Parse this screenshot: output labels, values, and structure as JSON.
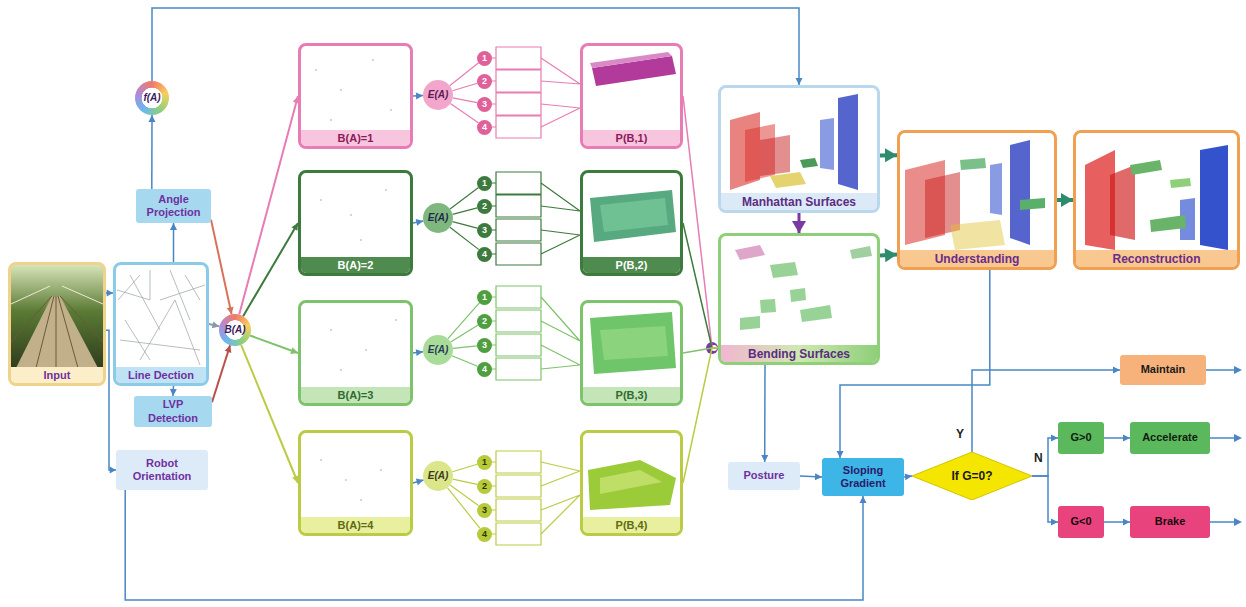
{
  "diagram": {
    "nodes": [
      {
        "text": [
          "Input"
        ]
      },
      {
        "text": [
          "Line Dection"
        ]
      },
      {
        "text": [
          "Angle Projection"
        ]
      },
      {
        "text": [
          "LVP Detection"
        ]
      },
      {
        "text": [
          "Robot Orientation"
        ]
      },
      {
        "text": [
          "f(A)"
        ]
      },
      {
        "text": [
          "B(A)"
        ]
      },
      {
        "text": [
          "B(A)=1"
        ]
      },
      {
        "text": [
          "B(A)=2"
        ]
      },
      {
        "text": [
          "B(A)=3"
        ]
      },
      {
        "text": [
          "B(A)=4"
        ]
      },
      {
        "text": [
          "E(A)"
        ]
      },
      {
        "text": [
          "1"
        ]
      },
      {
        "text": [
          "2"
        ]
      },
      {
        "text": [
          "3"
        ]
      },
      {
        "text": [
          "4"
        ]
      },
      {
        "text": [
          "E(A)"
        ]
      },
      {
        "text": [
          "1"
        ]
      },
      {
        "text": [
          "2"
        ]
      },
      {
        "text": [
          "3"
        ]
      },
      {
        "text": [
          "4"
        ]
      },
      {
        "text": [
          "E(A)"
        ]
      },
      {
        "text": [
          "1"
        ]
      },
      {
        "text": [
          "2"
        ]
      },
      {
        "text": [
          "3"
        ]
      },
      {
        "text": [
          "4"
        ]
      },
      {
        "text": [
          "E(A)"
        ]
      },
      {
        "text": [
          "1"
        ]
      },
      {
        "text": [
          "2"
        ]
      },
      {
        "text": [
          "3"
        ]
      },
      {
        "text": [
          "4"
        ]
      },
      {
        "text": [
          "P(B,1)"
        ]
      },
      {
        "text": [
          "P(B,2)"
        ]
      },
      {
        "text": [
          "P(B,3)"
        ]
      },
      {
        "text": [
          "P(B,4)"
        ]
      },
      {
        "text": [
          "Manhattan Surfaces"
        ]
      },
      {
        "text": [
          "Bending Surfaces"
        ]
      },
      {
        "text": [
          "Understanding"
        ]
      },
      {
        "text": [
          "Reconstruction"
        ]
      },
      {
        "text": [
          "Posture"
        ]
      },
      {
        "text": [
          "Sloping Gradient"
        ]
      },
      {
        "text": [
          "If G=0?"
        ]
      },
      {
        "text": [
          "Maintain"
        ]
      },
      {
        "text": [
          "G>0"
        ]
      },
      {
        "text": [
          "Accelerate"
        ]
      },
      {
        "text": [
          "G<0"
        ]
      },
      {
        "text": [
          "Brake"
        ]
      }
    ],
    "edges": [
      {
        "from": 0,
        "to": 1,
        "arrow": "to"
      },
      {
        "from": 0,
        "to": 4,
        "arrow": "to"
      },
      {
        "from": 1,
        "to": 2,
        "arrow": "to"
      },
      {
        "from": 1,
        "to": 3,
        "arrow": "to"
      },
      {
        "from": 2,
        "to": 5,
        "arrow": "to"
      },
      {
        "from": 5,
        "to": 35,
        "arrow": "to"
      },
      {
        "from": 1,
        "to": 6,
        "arrow": "to"
      },
      {
        "from": 2,
        "to": 6,
        "arrow": "to"
      },
      {
        "from": 3,
        "to": 6,
        "arrow": "to"
      },
      {
        "from": 6,
        "to": 7,
        "arrow": "to"
      },
      {
        "from": 6,
        "to": 8,
        "arrow": "to"
      },
      {
        "from": 6,
        "to": 9,
        "arrow": "to"
      },
      {
        "from": 6,
        "to": 10,
        "arrow": "to"
      },
      {
        "from": 7,
        "to": 11,
        "arrow": "to"
      },
      {
        "from": 8,
        "to": 16,
        "arrow": "to"
      },
      {
        "from": 9,
        "to": 21,
        "arrow": "to"
      },
      {
        "from": 10,
        "to": 26,
        "arrow": "to"
      },
      {
        "from": 11,
        "to": 12,
        "arrow": "none"
      },
      {
        "from": 11,
        "to": 13,
        "arrow": "none"
      },
      {
        "from": 11,
        "to": 14,
        "arrow": "none"
      },
      {
        "from": 11,
        "to": 15,
        "arrow": "none"
      },
      {
        "from": 16,
        "to": 17,
        "arrow": "none"
      },
      {
        "from": 16,
        "to": 18,
        "arrow": "none"
      },
      {
        "from": 16,
        "to": 19,
        "arrow": "none"
      },
      {
        "from": 16,
        "to": 20,
        "arrow": "none"
      },
      {
        "from": 21,
        "to": 22,
        "arrow": "none"
      },
      {
        "from": 21,
        "to": 23,
        "arrow": "none"
      },
      {
        "from": 21,
        "to": 24,
        "arrow": "none"
      },
      {
        "from": 21,
        "to": 25,
        "arrow": "none"
      },
      {
        "from": 26,
        "to": 27,
        "arrow": "none"
      },
      {
        "from": 26,
        "to": 28,
        "arrow": "none"
      },
      {
        "from": 26,
        "to": 29,
        "arrow": "none"
      },
      {
        "from": 26,
        "to": 30,
        "arrow": "none"
      },
      {
        "from": 31,
        "to": 36,
        "arrow": "none"
      },
      {
        "from": 32,
        "to": 36,
        "arrow": "none"
      },
      {
        "from": 33,
        "to": 36,
        "arrow": "none"
      },
      {
        "from": 34,
        "to": 36,
        "arrow": "none"
      },
      {
        "from": 35,
        "to": 36,
        "arrow": "to"
      },
      {
        "from": 35,
        "to": 37,
        "arrow": "to"
      },
      {
        "from": 36,
        "to": 37,
        "arrow": "to"
      },
      {
        "from": 37,
        "to": 38,
        "arrow": "to"
      },
      {
        "from": 37,
        "to": 40,
        "arrow": "to"
      },
      {
        "from": 36,
        "to": 39,
        "arrow": "to"
      },
      {
        "from": 39,
        "to": 40,
        "arrow": "to"
      },
      {
        "from": 4,
        "to": 40,
        "arrow": "to"
      },
      {
        "from": 40,
        "to": 41,
        "arrow": "to"
      },
      {
        "from": 41,
        "to": 42,
        "arrow": "to"
      },
      {
        "from": 41,
        "to": 43,
        "arrow": "to"
      },
      {
        "from": 41,
        "to": 45,
        "arrow": "to"
      },
      {
        "from": 43,
        "to": 44,
        "arrow": "to"
      },
      {
        "from": 45,
        "to": 46,
        "arrow": "to"
      }
    ],
    "labels": [
      "Y",
      "N"
    ]
  }
}
